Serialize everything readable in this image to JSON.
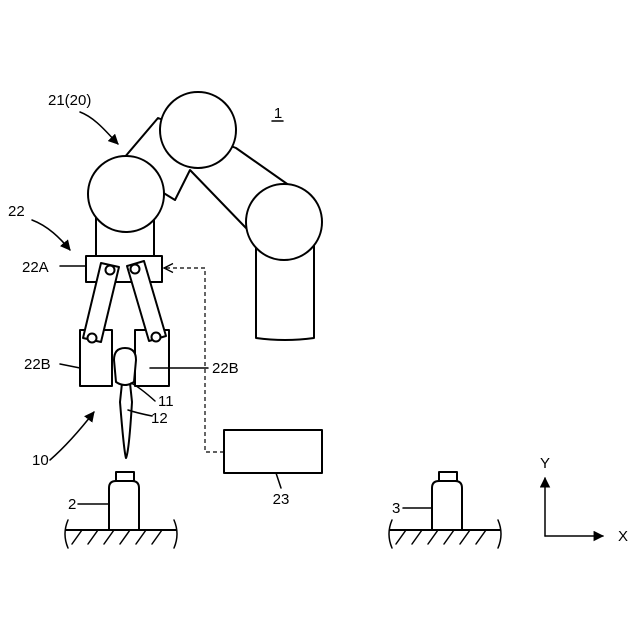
{
  "labels": {
    "robot": "1",
    "arm": "21(20)",
    "hand": "22",
    "hand_base": "22A",
    "finger_left": "22B",
    "finger_right": "22B",
    "tool": "10",
    "tool_head": "11",
    "tool_needle": "12",
    "container_left": "2",
    "container_right": "3",
    "controller": "23",
    "axis_x": "X",
    "axis_y": "Y"
  }
}
